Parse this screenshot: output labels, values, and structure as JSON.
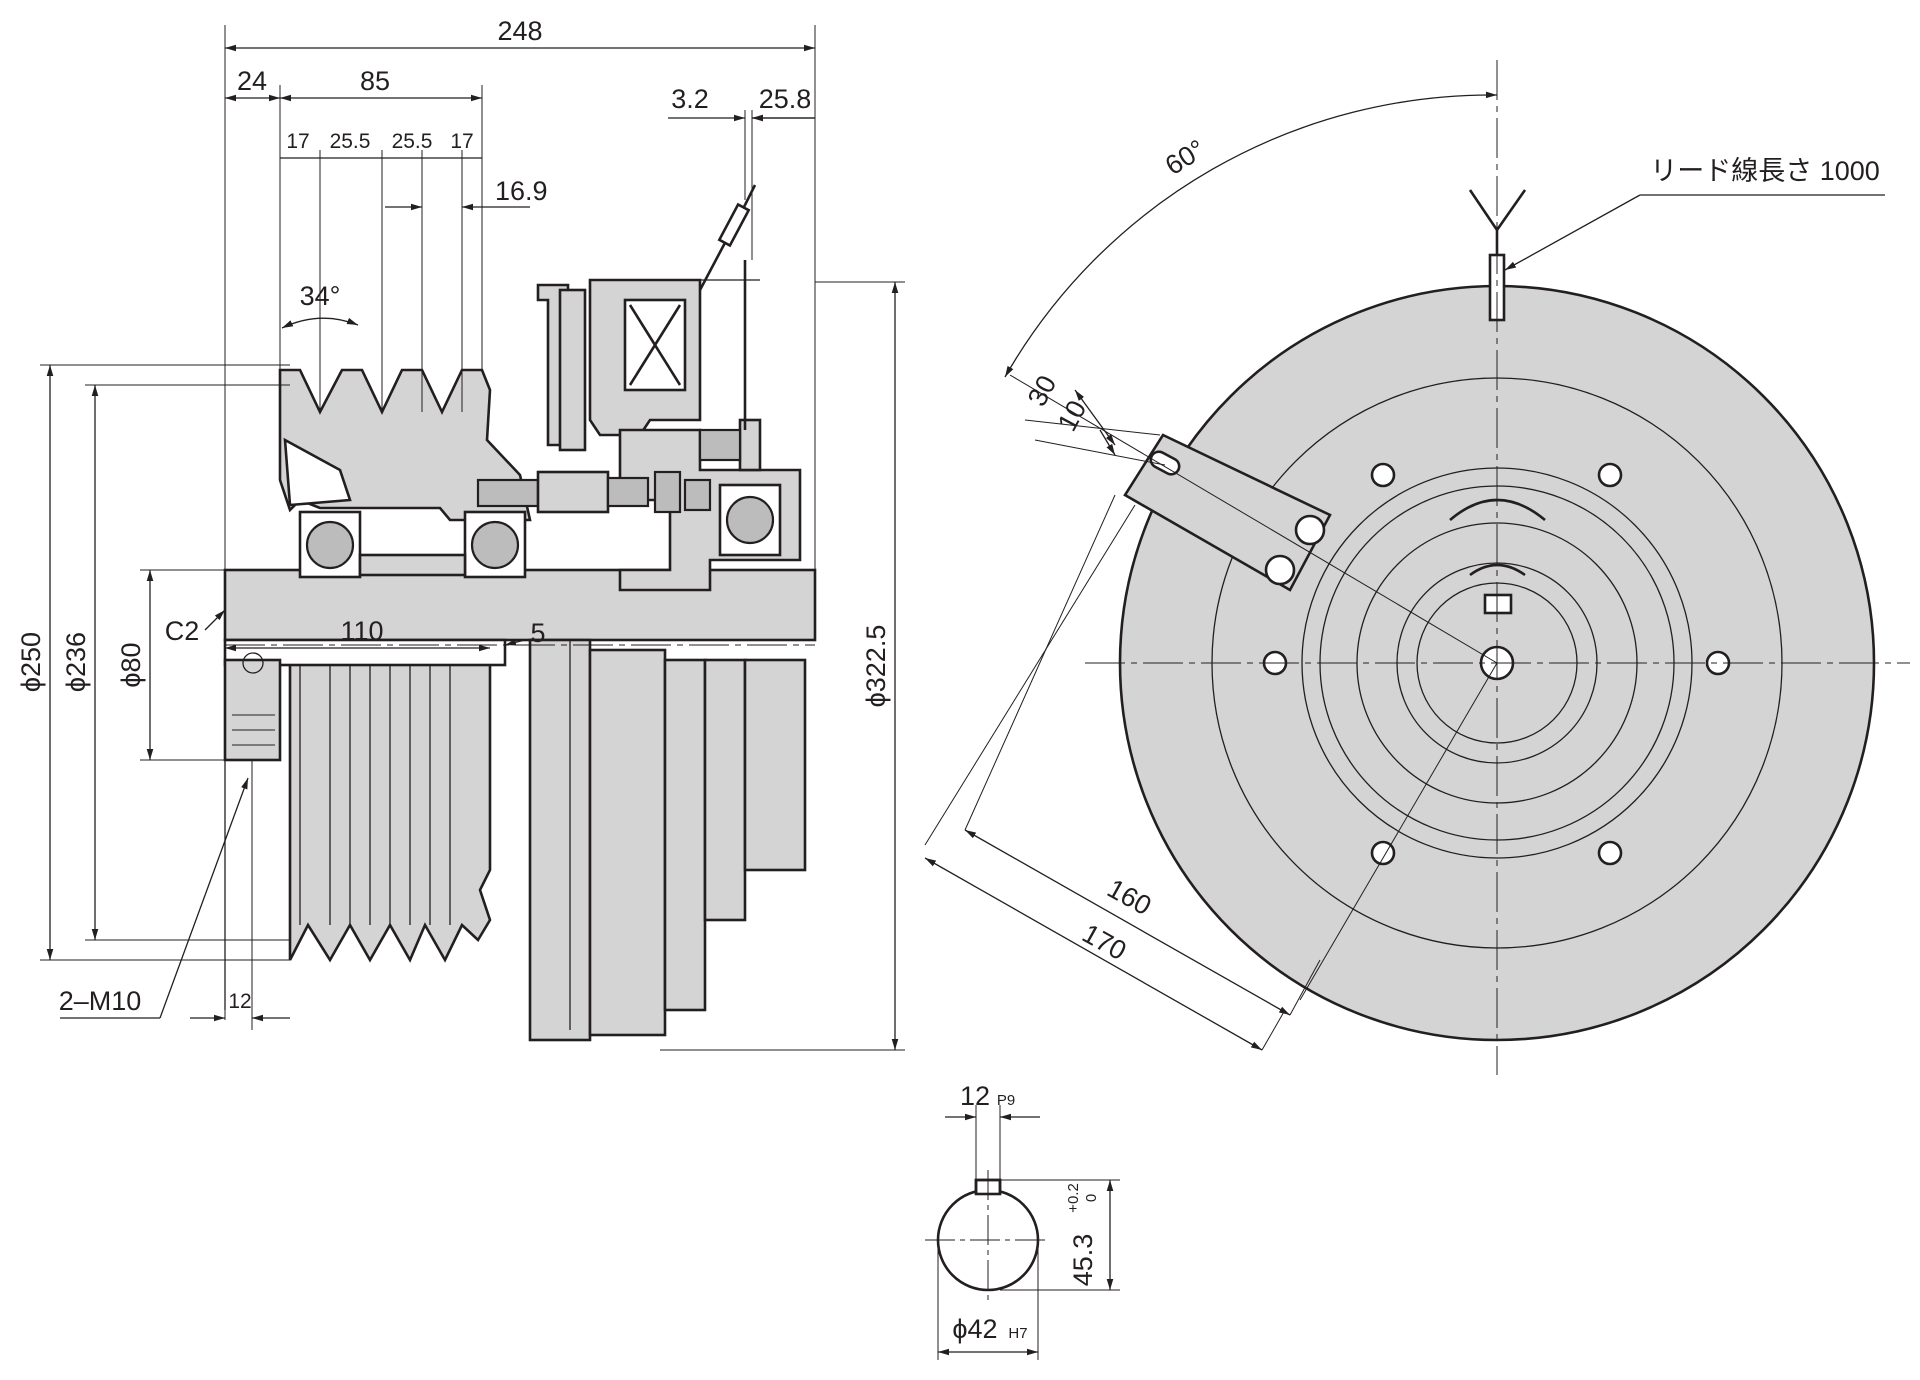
{
  "front_view": {
    "overall_length": "248",
    "hub_offset": "24",
    "pulley_width": "85",
    "groove_pitches": [
      "17",
      "25.5",
      "25.5",
      "17"
    ],
    "groove_offset": "16.9",
    "groove_angle": "34°",
    "gap": "3.2",
    "brake_width": "25.8",
    "dia_outer": "ϕ250",
    "dia_pitch": "ϕ236",
    "dia_bore_housing": "ϕ80",
    "dia_overall": "ϕ322.5",
    "chamfer": "C2",
    "bore_depth": "110",
    "shoulder": "5",
    "tap_holes": "2–M10",
    "tap_offset": "12"
  },
  "side_view": {
    "angle": "60°",
    "lead_wire_label": "リード線長さ 1000",
    "arm_width": "30",
    "slot_width": "10",
    "radius_inner": "160",
    "radius_outer": "170"
  },
  "keyway": {
    "key_width": "12",
    "key_width_tol": "P9",
    "key_depth": "45.3",
    "key_depth_tol_upper": "+0.2",
    "key_depth_tol_lower": "0",
    "bore_dia": "ϕ42",
    "bore_tol": "H7"
  },
  "colors": {
    "part_fill": "#d4d4d4",
    "line": "#231f20",
    "background": "#ffffff"
  }
}
